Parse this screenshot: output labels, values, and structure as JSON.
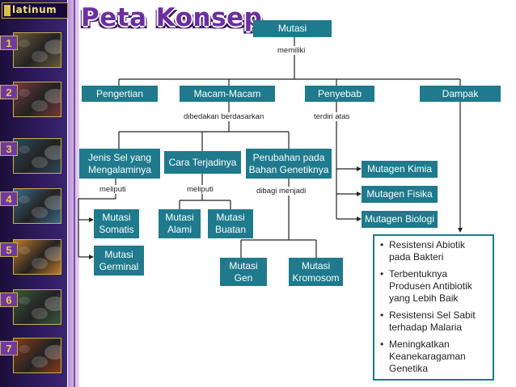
{
  "brand": {
    "text": "latinum"
  },
  "title": "Peta Konsep",
  "nav": [
    {
      "num": "1",
      "icon": "shoes-photo-icon",
      "color": "#6a5b3a"
    },
    {
      "num": "2",
      "icon": "flower-photo-icon",
      "color": "#7a3a3a"
    },
    {
      "num": "3",
      "icon": "fish-photo-icon",
      "color": "#2b4a5a"
    },
    {
      "num": "4",
      "icon": "koi-fish-photo-icon",
      "color": "#3a6a8a"
    },
    {
      "num": "5",
      "icon": "seedling-photo-icon",
      "color": "#c07a2a"
    },
    {
      "num": "6",
      "icon": "trees-photo-icon",
      "color": "#3a5a3a"
    },
    {
      "num": "7",
      "icon": "fruits-photo-icon",
      "color": "#8a3a1a"
    }
  ],
  "nodes": {
    "mutasi": "Mutasi",
    "pengertian": "Pengertian",
    "macam": "Macam-Macam",
    "penyebab": "Penyebab",
    "dampak": "Dampak",
    "jenis_sel_1": "Jenis Sel yang",
    "jenis_sel_2": "Mengalaminya",
    "cara": "Cara Terjadinya",
    "perubahan_1": "Perubahan pada",
    "perubahan_2": "Bahan Genetiknya",
    "somatis_1": "Mutasi",
    "somatis_2": "Somatis",
    "germinal_1": "Mutasi",
    "germinal_2": "Germinal",
    "alami_1": "Mutasi",
    "alami_2": "Alami",
    "buatan_1": "Mutasi",
    "buatan_2": "Buatan",
    "gen_1": "Mutasi",
    "gen_2": "Gen",
    "kromosom_1": "Mutasi",
    "kromosom_2": "Kromosom",
    "kimia": "Mutagen Kimia",
    "fisika": "Mutagen Fisika",
    "biologi": "Mutagen Biologi"
  },
  "labels": {
    "memiliki": "memiliki",
    "dibedakan": "dibedakan berdasarkan",
    "terdiri": "terdiri atas",
    "meliputi_1": "meliputi",
    "meliputi_2": "meliputi",
    "dibagi": "dibagi menjadi"
  },
  "impacts": [
    "Resistensi Abiotik pada Bakteri",
    "Terbentuknya Produsen Antibiotik yang Lebih Baik",
    "Resistensi Sel Sabit terhadap Malaria",
    "Meningkatkan Keanekaragaman Genetika"
  ],
  "colors": {
    "node": "#1e7a8c",
    "title": "#6b2fa0",
    "sidebar": "#2e1b5e"
  }
}
